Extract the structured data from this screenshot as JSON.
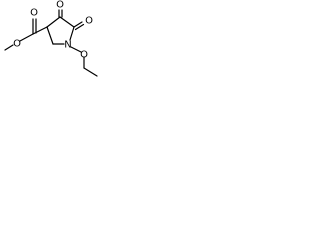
{
  "molecule": {
    "atoms": {
      "ester_O_carbonyl": "O",
      "ester_O_methoxy": "O",
      "ketone_O_4": "O",
      "lactam_O_5": "O",
      "ring_N": "N",
      "N_O": "O"
    }
  }
}
